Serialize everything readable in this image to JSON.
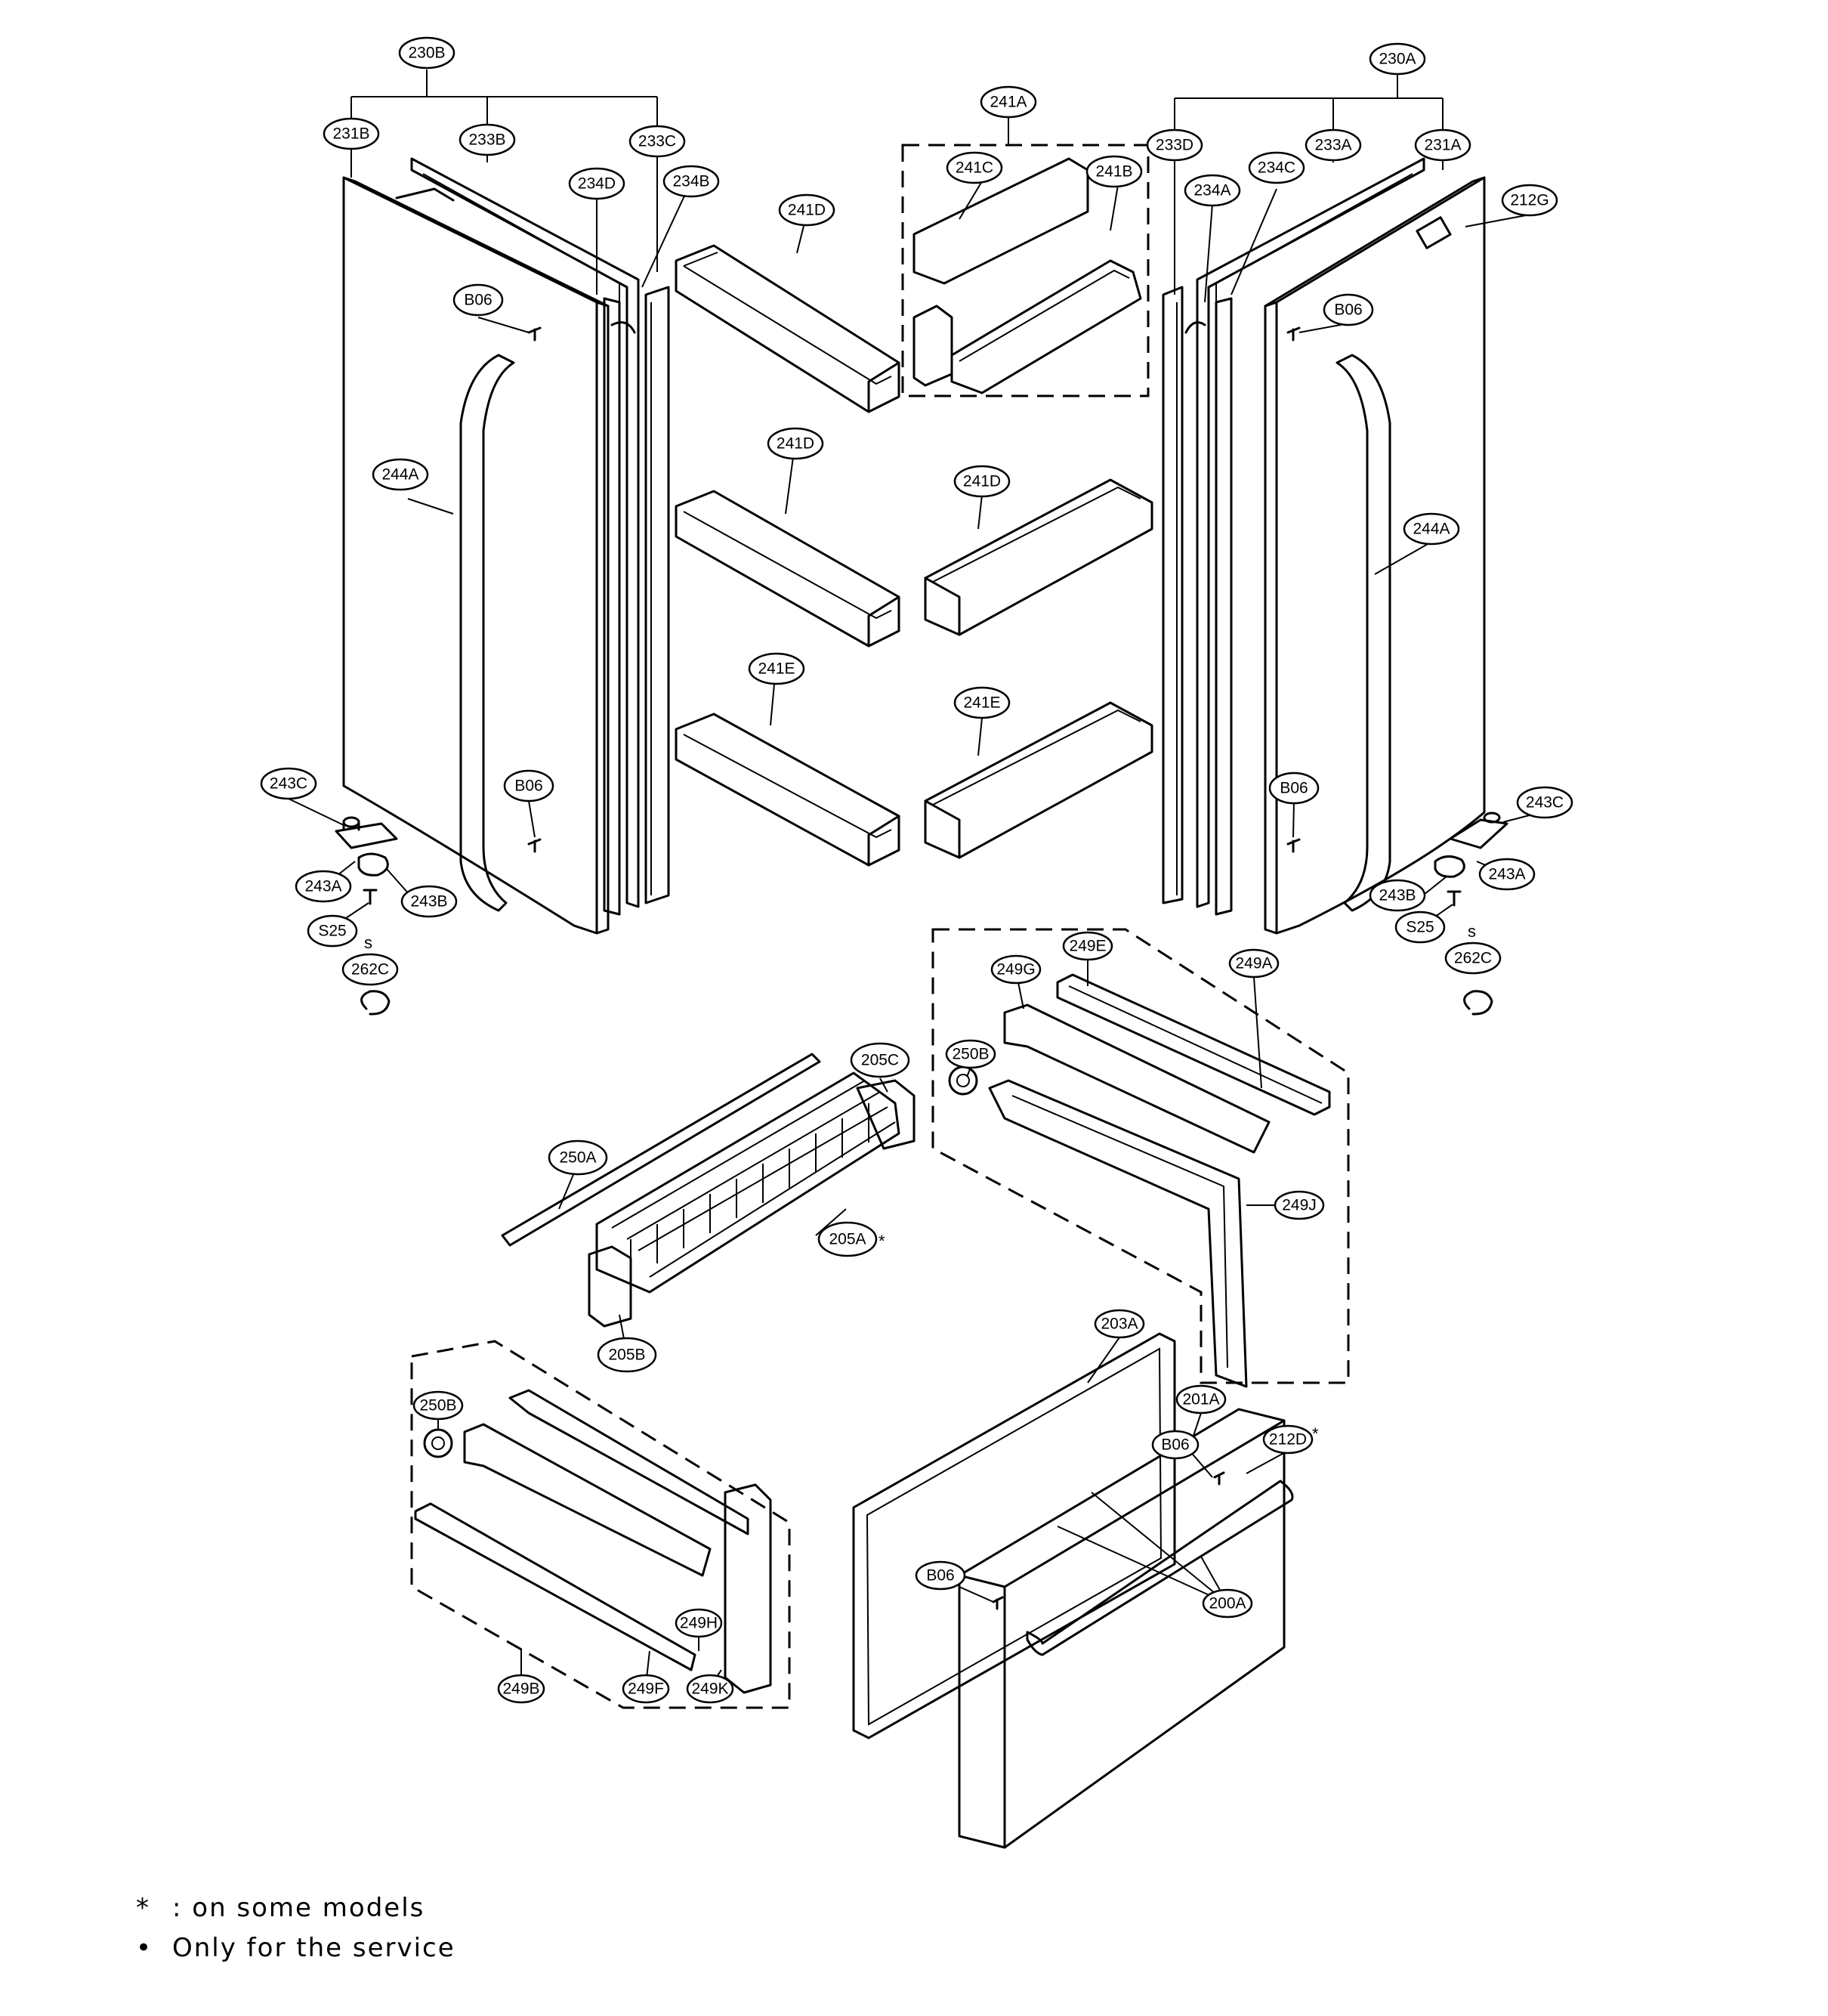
{
  "callouts": {
    "c230B": "230B",
    "c231B": "231B",
    "c233B": "233B",
    "c233C": "233C",
    "c234D": "234D",
    "c234B": "234B",
    "c241A": "241A",
    "c241C": "241C",
    "c241B": "241B",
    "c241D_1": "241D",
    "c241D_2": "241D",
    "c241D_3": "241D",
    "c241E_1": "241E",
    "c241E_2": "241E",
    "c230A": "230A",
    "c233D": "233D",
    "c233A": "233A",
    "c231A": "231A",
    "c234A": "234A",
    "c234C": "234C",
    "c212G": "212G",
    "cB06_1": "B06",
    "cB06_2": "B06",
    "cB06_3": "B06",
    "cB06_4": "B06",
    "cB06_5": "B06",
    "cB06_6": "B06",
    "c244A_1": "244A",
    "c244A_2": "244A",
    "c243C_1": "243C",
    "c243A_1": "243A",
    "c243B_1": "243B",
    "cS25_1": "S25",
    "c262C_1": "262C",
    "c243C_2": "243C",
    "c243A_2": "243A",
    "c243B_2": "243B",
    "cS25_2": "S25",
    "c262C_2": "262C",
    "c249E": "249E",
    "c249G": "249G",
    "c249A": "249A",
    "c250B_1": "250B",
    "c249J": "249J",
    "c205C": "205C",
    "c250A": "250A",
    "c205A": "205A",
    "c205B": "205B",
    "c203A": "203A",
    "c201A": "201A",
    "c212D": "212D",
    "c200A": "200A",
    "c250B_2": "250B",
    "c249H": "249H",
    "c249B": "249B",
    "c249F": "249F",
    "c249K": "249K"
  },
  "marks": {
    "s_left": "s",
    "s_right": "s",
    "star_205A": "*",
    "star_212D": "*"
  },
  "legend": {
    "line1_symbol": "*",
    "line1_text": ": on some models",
    "line2_symbol": "•",
    "line2_text": "Only for the service"
  }
}
